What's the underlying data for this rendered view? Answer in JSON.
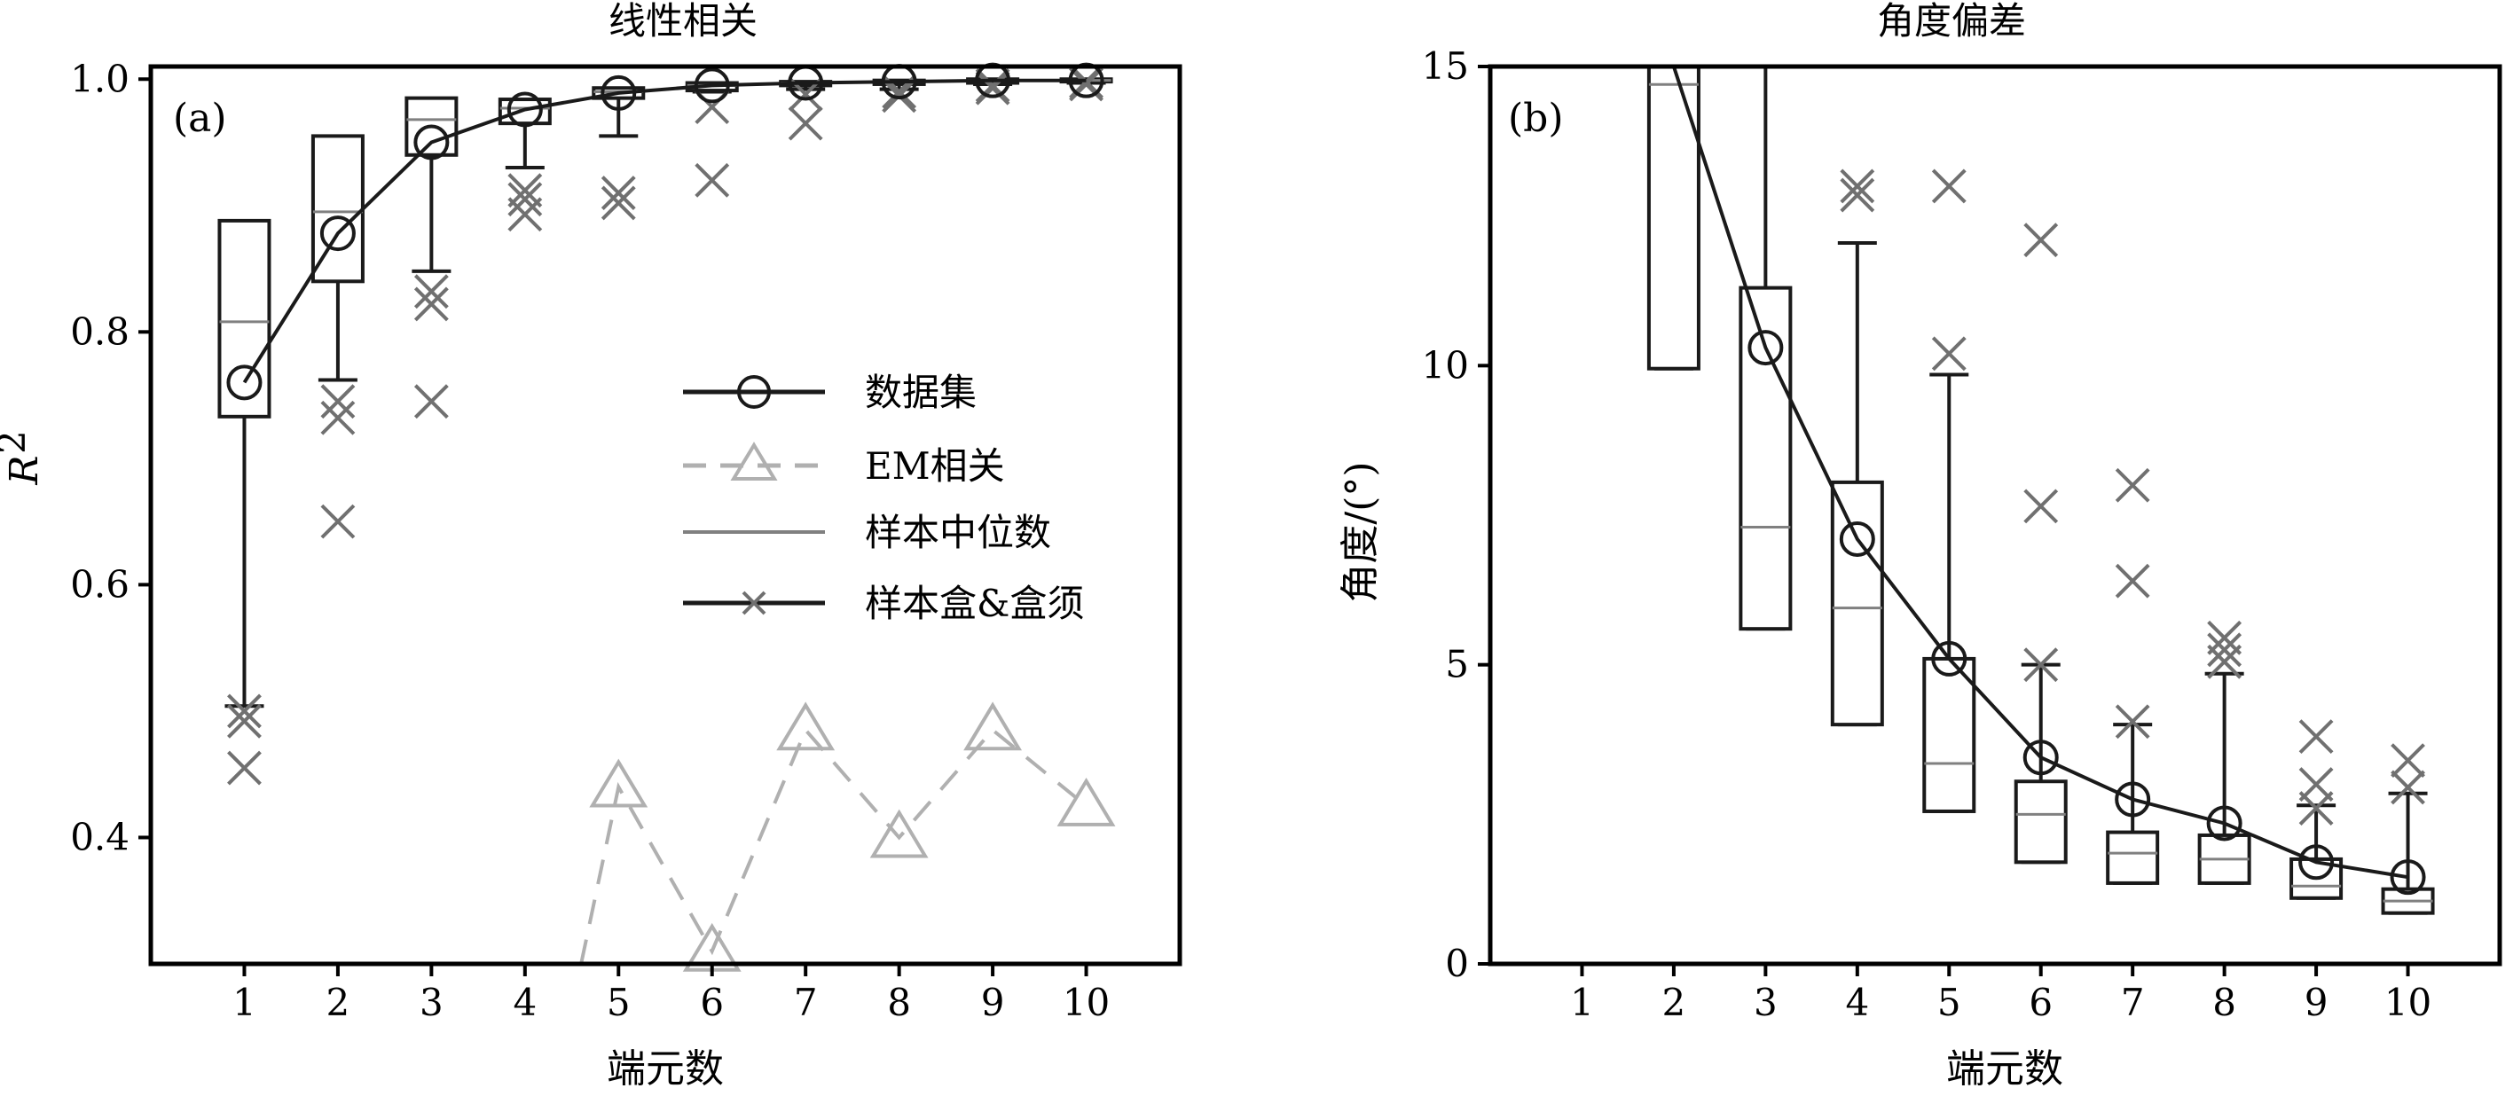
{
  "chart_data": [
    {
      "type": "boxplot-line",
      "panel_tag": "(a)",
      "title": "线性相关",
      "xlabel": "端元数",
      "ylabel": "R",
      "ylabel_sup": "2",
      "xlim": [
        0,
        11
      ],
      "ylim": [
        0.3,
        1.01
      ],
      "xticks": [
        1,
        2,
        3,
        4,
        5,
        6,
        7,
        8,
        9,
        10
      ],
      "yticks": [
        0.4,
        0.6,
        0.8,
        1.0
      ],
      "ytick_labels": [
        "0.4",
        "0.6",
        "0.8",
        "1.0"
      ],
      "legend": {
        "placement": "center-right",
        "entries": [
          {
            "label": "数据集",
            "style": "line-circle",
            "color": "#1a1a1a"
          },
          {
            "label": "EM相关",
            "style": "dashed-triangle",
            "color": "#b0b0b0"
          },
          {
            "label": "样本中位数",
            "style": "line",
            "color": "#808080"
          },
          {
            "label": "样本盒&盒须",
            "style": "line-cross",
            "color": "#1a1a1a"
          }
        ]
      },
      "series": [
        {
          "name": "数据集",
          "x": [
            1,
            2,
            3,
            4,
            5,
            6,
            7,
            8,
            9,
            10
          ],
          "values": [
            0.76,
            0.878,
            0.95,
            0.976,
            0.989,
            0.995,
            0.997,
            0.998,
            0.999,
            0.999
          ]
        },
        {
          "name": "EM相关",
          "x": [
            4.6,
            5,
            6,
            7,
            8,
            9,
            10
          ],
          "values": [
            0.3,
            0.44,
            0.31,
            0.485,
            0.4,
            0.485,
            0.425
          ]
        }
      ],
      "boxes": [
        {
          "x": 1,
          "q1": 0.733,
          "median": 0.808,
          "q3": 0.888,
          "whisker_low": 0.504,
          "whisker_high": 0.888
        },
        {
          "x": 2,
          "q1": 0.84,
          "median": 0.895,
          "q3": 0.955,
          "whisker_low": 0.762,
          "whisker_high": 0.955
        },
        {
          "x": 3,
          "q1": 0.94,
          "median": 0.968,
          "q3": 0.985,
          "whisker_low": 0.848,
          "whisker_high": 0.985
        },
        {
          "x": 4,
          "q1": 0.965,
          "median": 0.977,
          "q3": 0.984,
          "whisker_low": 0.93,
          "whisker_high": 0.984
        },
        {
          "x": 5,
          "q1": 0.985,
          "median": 0.99,
          "q3": 0.993,
          "whisker_low": 0.955,
          "whisker_high": 0.993
        },
        {
          "x": 6,
          "q1": 0.991,
          "median": 0.995,
          "q3": 0.997,
          "whisker_low": 0.99,
          "whisker_high": 0.997
        },
        {
          "x": 7,
          "q1": 0.995,
          "median": 0.997,
          "q3": 0.998,
          "whisker_low": 0.992,
          "whisker_high": 0.998
        },
        {
          "x": 8,
          "q1": 0.996,
          "median": 0.998,
          "q3": 0.999,
          "whisker_low": 0.992,
          "whisker_high": 0.999
        },
        {
          "x": 9,
          "q1": 0.997,
          "median": 0.999,
          "q3": 1.0,
          "whisker_low": 0.996,
          "whisker_high": 1.0
        },
        {
          "x": 10,
          "q1": 0.998,
          "median": 0.999,
          "q3": 1.0,
          "whisker_low": 0.997,
          "whisker_high": 1.0
        }
      ],
      "outliers": [
        {
          "x": 1,
          "y": 0.5
        },
        {
          "x": 1,
          "y": 0.492
        },
        {
          "x": 1,
          "y": 0.455
        },
        {
          "x": 2,
          "y": 0.745
        },
        {
          "x": 2,
          "y": 0.732
        },
        {
          "x": 2,
          "y": 0.65
        },
        {
          "x": 3,
          "y": 0.832
        },
        {
          "x": 3,
          "y": 0.822
        },
        {
          "x": 3,
          "y": 0.745
        },
        {
          "x": 4,
          "y": 0.912
        },
        {
          "x": 4,
          "y": 0.905
        },
        {
          "x": 4,
          "y": 0.893
        },
        {
          "x": 5,
          "y": 0.91
        },
        {
          "x": 5,
          "y": 0.902
        },
        {
          "x": 6,
          "y": 0.978
        },
        {
          "x": 6,
          "y": 0.92
        },
        {
          "x": 7,
          "y": 0.988
        },
        {
          "x": 7,
          "y": 0.965
        },
        {
          "x": 8,
          "y": 0.99
        },
        {
          "x": 8,
          "y": 0.987
        },
        {
          "x": 9,
          "y": 0.995
        },
        {
          "x": 9,
          "y": 0.993
        },
        {
          "x": 10,
          "y": 0.998
        },
        {
          "x": 10,
          "y": 0.996
        }
      ]
    },
    {
      "type": "boxplot-line",
      "panel_tag": "(b)",
      "title": "角度偏差",
      "xlabel": "端元数",
      "ylabel": "角度/(°)",
      "xlim": [
        0,
        11
      ],
      "ylim": [
        0,
        15
      ],
      "xticks": [
        1,
        2,
        3,
        4,
        5,
        6,
        7,
        8,
        9,
        10
      ],
      "yticks": [
        0,
        5,
        10,
        15
      ],
      "ytick_labels": [
        "0",
        "5",
        "10",
        "15"
      ],
      "series": [
        {
          "name": "数据集",
          "x": [
            2,
            3,
            4,
            5,
            6,
            7,
            8,
            9,
            10
          ],
          "values": [
            15.2,
            10.3,
            7.1,
            5.1,
            3.45,
            2.75,
            2.35,
            1.7,
            1.45
          ]
        }
      ],
      "boxes": [
        {
          "x": 2,
          "q1": 9.95,
          "median": 14.7,
          "q3": 15.0,
          "whisker_low": 9.95,
          "whisker_high": 15.0
        },
        {
          "x": 3,
          "q1": 5.6,
          "median": 7.3,
          "q3": 11.3,
          "whisker_low": 5.6,
          "whisker_high": 15.0
        },
        {
          "x": 4,
          "q1": 4.0,
          "median": 5.95,
          "q3": 8.05,
          "whisker_low": 4.0,
          "whisker_high": 12.05
        },
        {
          "x": 5,
          "q1": 2.55,
          "median": 3.35,
          "q3": 5.1,
          "whisker_low": 2.55,
          "whisker_high": 9.85
        },
        {
          "x": 6,
          "q1": 1.7,
          "median": 2.5,
          "q3": 3.05,
          "whisker_low": 1.7,
          "whisker_high": 5.0
        },
        {
          "x": 7,
          "q1": 1.35,
          "median": 1.85,
          "q3": 2.2,
          "whisker_low": 1.35,
          "whisker_high": 4.0
        },
        {
          "x": 8,
          "q1": 1.35,
          "median": 1.75,
          "q3": 2.15,
          "whisker_low": 1.35,
          "whisker_high": 4.85
        },
        {
          "x": 9,
          "q1": 1.1,
          "median": 1.3,
          "q3": 1.75,
          "whisker_low": 1.1,
          "whisker_high": 2.65
        },
        {
          "x": 10,
          "q1": 0.85,
          "median": 1.05,
          "q3": 1.25,
          "whisker_low": 0.85,
          "whisker_high": 2.85
        }
      ],
      "outliers": [
        {
          "x": 4,
          "y": 13.0
        },
        {
          "x": 4,
          "y": 12.85
        },
        {
          "x": 5,
          "y": 13.0
        },
        {
          "x": 5,
          "y": 10.2
        },
        {
          "x": 6,
          "y": 12.1
        },
        {
          "x": 6,
          "y": 7.65
        },
        {
          "x": 6,
          "y": 5.0
        },
        {
          "x": 7,
          "y": 8.0
        },
        {
          "x": 7,
          "y": 6.4
        },
        {
          "x": 7,
          "y": 4.05
        },
        {
          "x": 8,
          "y": 5.45
        },
        {
          "x": 8,
          "y": 5.25
        },
        {
          "x": 8,
          "y": 5.05
        },
        {
          "x": 9,
          "y": 3.8
        },
        {
          "x": 9,
          "y": 3.0
        },
        {
          "x": 9,
          "y": 2.6
        },
        {
          "x": 10,
          "y": 3.4
        },
        {
          "x": 10,
          "y": 2.95
        }
      ]
    }
  ]
}
